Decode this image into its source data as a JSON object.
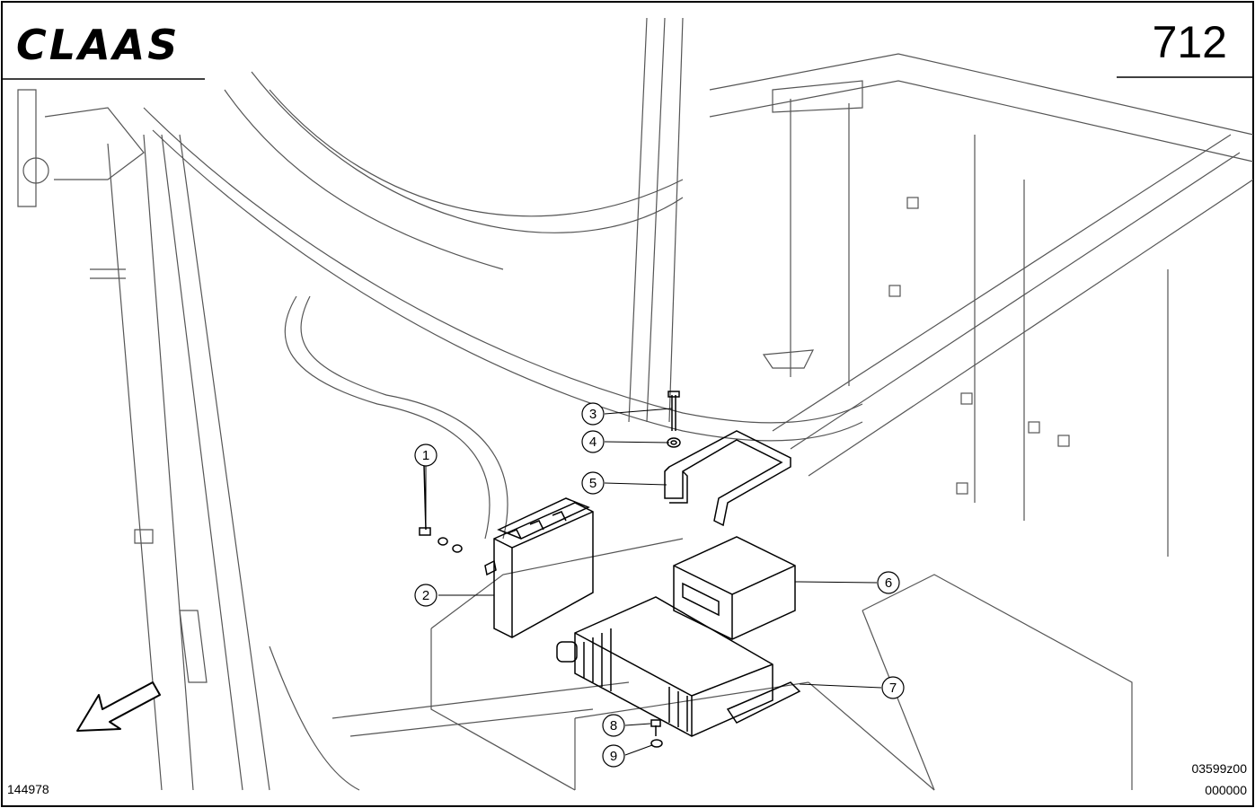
{
  "header": {
    "brand": "CLAAS",
    "page_number": "712"
  },
  "footer": {
    "left_code": "144978",
    "right_code_top": "03599z00",
    "right_code_bottom": "000000"
  },
  "callouts": [
    {
      "label": "1",
      "part": "screw"
    },
    {
      "label": "2",
      "part": "control-unit"
    },
    {
      "label": "3",
      "part": "bolt"
    },
    {
      "label": "4",
      "part": "washer"
    },
    {
      "label": "5",
      "part": "bracket"
    },
    {
      "label": "6",
      "part": "module-box"
    },
    {
      "label": "7",
      "part": "heatsink-unit"
    },
    {
      "label": "8",
      "part": "screw"
    },
    {
      "label": "9",
      "part": "washer"
    }
  ],
  "icons": {
    "direction": "arrow-down-left-icon"
  },
  "colors": {
    "line": "#000000",
    "frame_line": "#555555",
    "background": "#ffffff"
  }
}
